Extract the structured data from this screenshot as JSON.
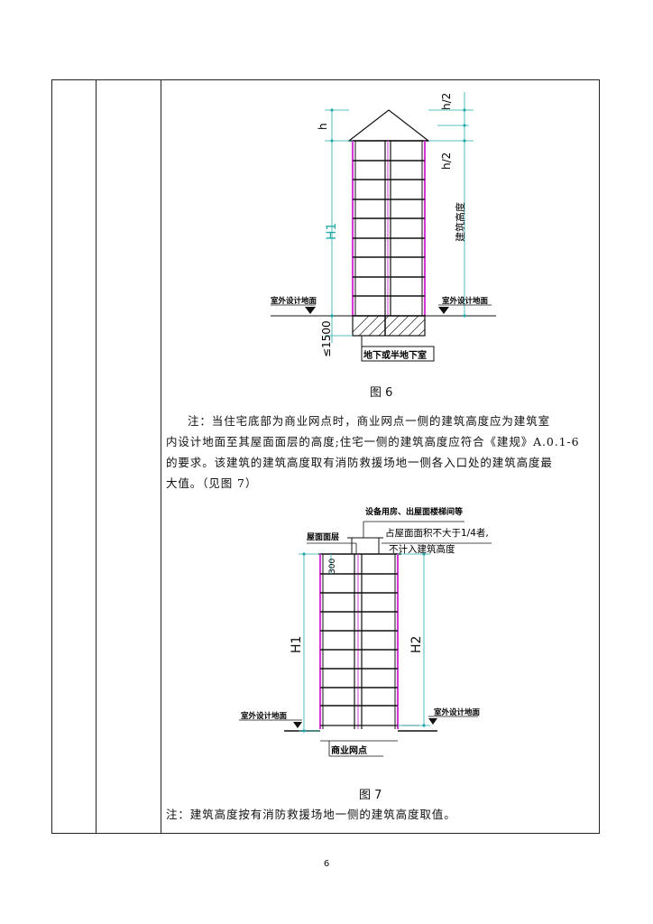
{
  "figure6": {
    "caption": "图 6",
    "labels": {
      "h": "h",
      "h_half_top": "h/2",
      "h_half_bottom": "h/2",
      "H1": "H1",
      "building_height": "建筑高度",
      "outdoor_left": "室外设计地面",
      "outdoor_right": "室外设计地面",
      "le1500": "≤1500",
      "basement": "地下或半地下室"
    }
  },
  "note1": {
    "lines": [
      "注：当住宅底部为商业网点时，商业网点一侧的建筑高度应为建筑室",
      "内设计地面至其屋面面层的高度;住宅一侧的建筑高度应符合《建规》A.0.1-6",
      "的要求。该建筑的建筑高度取有消防救援场地一侧各入口处的建筑高度最",
      "大值。（见图 7）"
    ]
  },
  "figure7": {
    "caption": "图 7",
    "labels": {
      "equipment": "设备用房、出屋面楼梯间等",
      "roof_layer": "屋面面层",
      "quarter_line1": "占屋面面积不大于1/4者,",
      "quarter_line2": "不计入建筑高度",
      "dim300": "300",
      "H1": "H1",
      "H2": "H2",
      "outdoor_left": "室外设计地面",
      "outdoor_right": "室外设计地面",
      "commercial": "商业网点"
    }
  },
  "note2": "注：建筑高度按有消防救援场地一侧的建筑高度取值。",
  "page_number": "6"
}
